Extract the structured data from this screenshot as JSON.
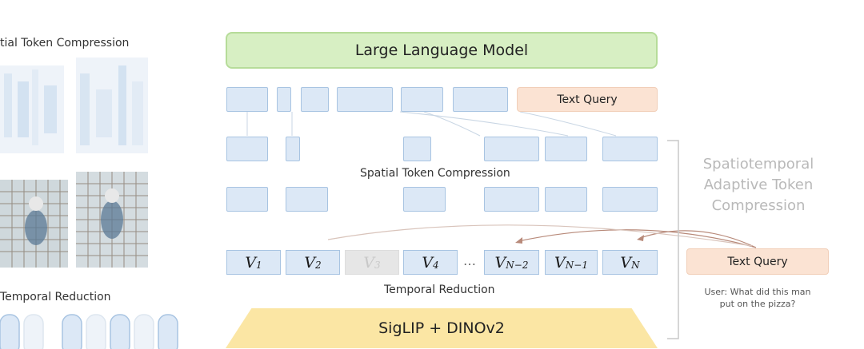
{
  "left_panel": {
    "spatial_title": "tial Token Compression",
    "temporal_title": "Temporal Reduction"
  },
  "center": {
    "llm_label": "Large Language Model",
    "text_query_top": "Text Query",
    "spatial_label": "Spatial Token Compression",
    "temporal_label": "Temporal Reduction",
    "encoder_label": "SigLIP + DINOv2",
    "ellipsis": "…",
    "video_tokens": [
      {
        "base": "V",
        "sub": "1"
      },
      {
        "base": "V",
        "sub": "2"
      },
      {
        "base": "V",
        "sub": "3"
      },
      {
        "base": "V",
        "sub": "4"
      },
      {
        "base": "V",
        "sub": "N−2"
      },
      {
        "base": "V",
        "sub": "N−1"
      },
      {
        "base": "V",
        "sub": "N"
      }
    ]
  },
  "right": {
    "module_line1": "Spatiotemporal",
    "module_line2": "Adaptive Token",
    "module_line3": "Compression",
    "text_query": "Text Query",
    "user_line1": "User: What did this man",
    "user_line2": "put on the pizza?"
  },
  "colors": {
    "llm": "#d7efc3",
    "token": "#dce8f6",
    "token_border": "#a8c4e2",
    "query": "#fbe3d3",
    "encoder": "#fbe6a4",
    "arrow": "#b88a7a"
  }
}
